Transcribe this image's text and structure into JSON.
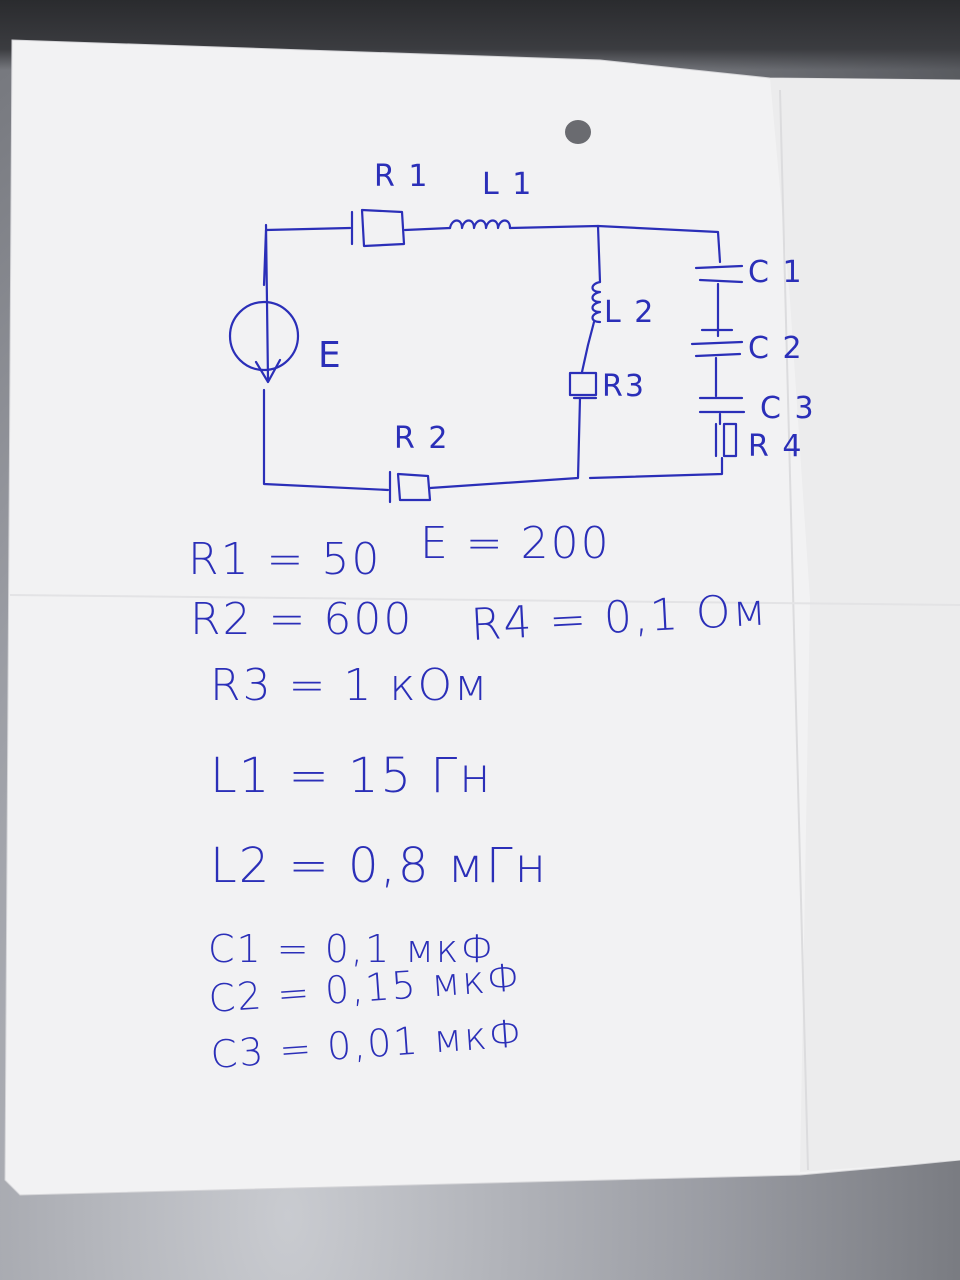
{
  "diagram": {
    "labels": {
      "R1": "R 1",
      "L1": "L 1",
      "L2": "L 2",
      "R3": "R3",
      "C1": "C 1",
      "C2": "C 2",
      "C3": "C 3",
      "R4": "R 4",
      "R2": "R 2",
      "E": "E"
    }
  },
  "values": {
    "R1": "R1 = 50",
    "E": "E = 200",
    "R2": "R2 = 600",
    "R4": "R4 = 0,1 Ом",
    "R3": "R3 = 1 кОм",
    "L1": "L1 = 15 Гн",
    "L2": "L2 = 0,8 мГн",
    "C1": "C1 = 0,1 мкФ",
    "C2": "C2 = 0,15 мкФ",
    "C3": "C3 = 0,01 мкФ"
  },
  "colors": {
    "ink": "#2b2fb8",
    "paper": "#f3f3f4"
  }
}
